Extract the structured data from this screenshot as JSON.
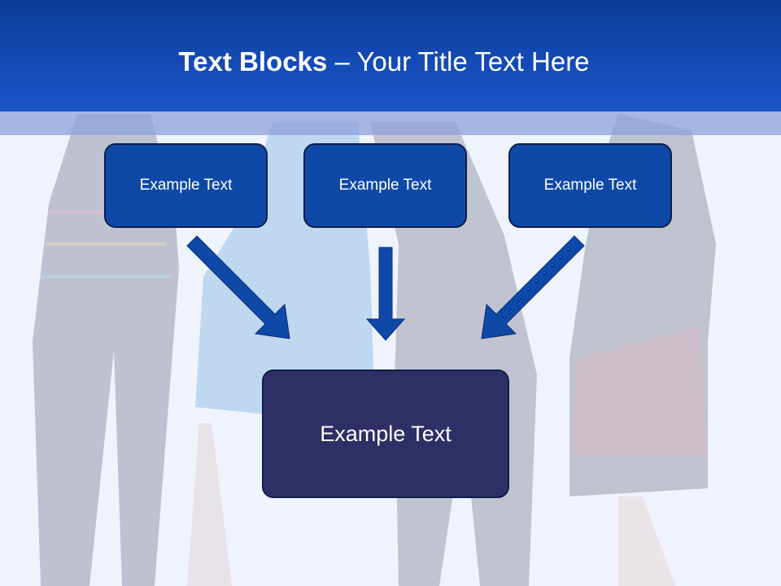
{
  "title": {
    "bold": "Text Blocks",
    "dash": "–",
    "rest": "Your Title Text Here"
  },
  "blocks": [
    {
      "label": "Example Text"
    },
    {
      "label": "Example Text"
    },
    {
      "label": "Example Text"
    }
  ],
  "center_block": {
    "label": "Example Text"
  },
  "colors": {
    "header": "#1a56c9",
    "block": "#0f49a8",
    "center_block": "#2f2f66",
    "arrow": "#0f49a8"
  }
}
